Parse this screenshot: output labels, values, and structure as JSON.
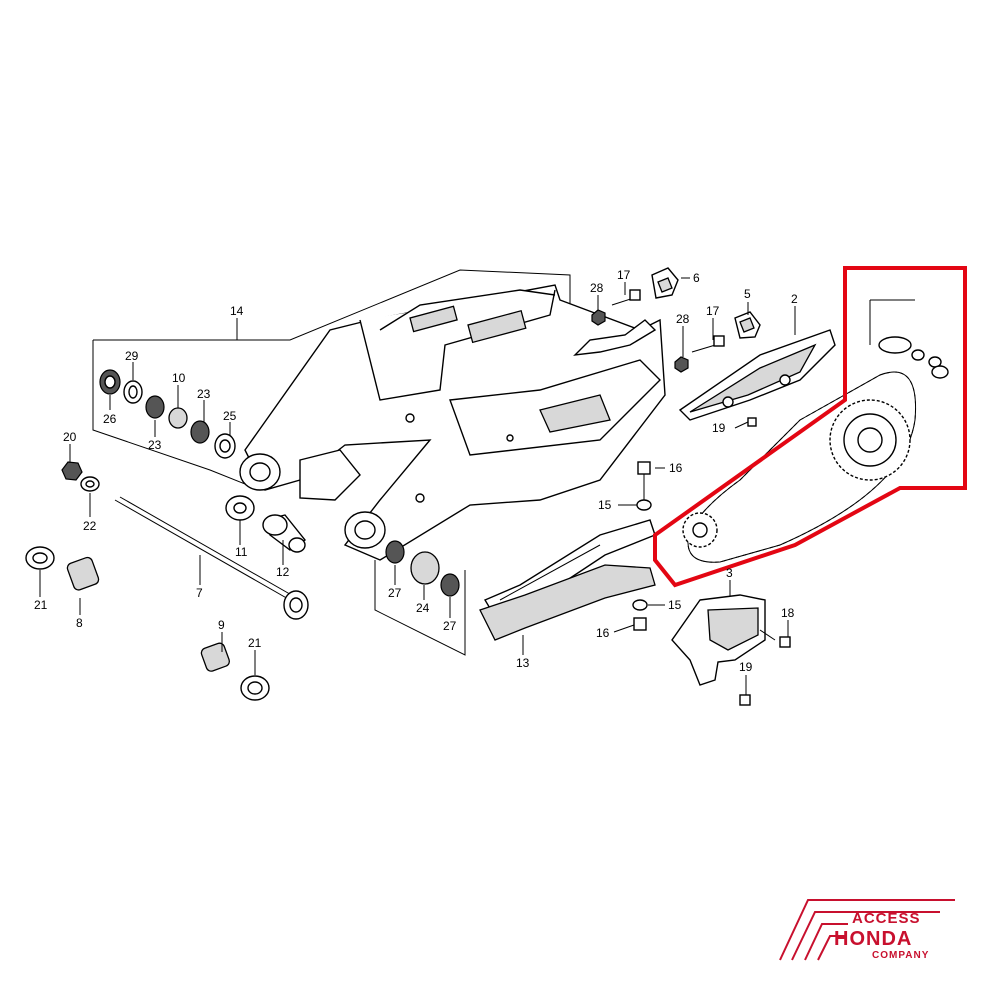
{
  "diagram": {
    "callouts": [
      {
        "id": "c1",
        "text": "14"
      },
      {
        "id": "c2",
        "text": "29"
      },
      {
        "id": "c3",
        "text": "26"
      },
      {
        "id": "c4",
        "text": "10"
      },
      {
        "id": "c5",
        "text": "23"
      },
      {
        "id": "c6",
        "text": "23"
      },
      {
        "id": "c7",
        "text": "25"
      },
      {
        "id": "c8",
        "text": "20"
      },
      {
        "id": "c9",
        "text": "22"
      },
      {
        "id": "c10",
        "text": "11"
      },
      {
        "id": "c11",
        "text": "12"
      },
      {
        "id": "c12",
        "text": "7"
      },
      {
        "id": "c13",
        "text": "21"
      },
      {
        "id": "c14",
        "text": "8"
      },
      {
        "id": "c15",
        "text": "9"
      },
      {
        "id": "c16",
        "text": "21"
      },
      {
        "id": "c17",
        "text": "28"
      },
      {
        "id": "c18",
        "text": "17"
      },
      {
        "id": "c19",
        "text": "6"
      },
      {
        "id": "c20",
        "text": "5"
      },
      {
        "id": "c21",
        "text": "28"
      },
      {
        "id": "c22",
        "text": "17"
      },
      {
        "id": "c23",
        "text": "2"
      },
      {
        "id": "c24",
        "text": "19"
      },
      {
        "id": "c25",
        "text": "16"
      },
      {
        "id": "c26",
        "text": "15"
      },
      {
        "id": "c27",
        "text": "27"
      },
      {
        "id": "c28",
        "text": "24"
      },
      {
        "id": "c29",
        "text": "27"
      },
      {
        "id": "c30",
        "text": "13"
      },
      {
        "id": "c31",
        "text": "15"
      },
      {
        "id": "c32",
        "text": "16"
      },
      {
        "id": "c33",
        "text": "3"
      },
      {
        "id": "c34",
        "text": "18"
      },
      {
        "id": "c35",
        "text": "19"
      }
    ],
    "highlight_color": "#e30613"
  },
  "logo": {
    "line1": "ACCESS",
    "line2": "HONDA",
    "line3": "COMPANY",
    "color": "#c8102e"
  }
}
